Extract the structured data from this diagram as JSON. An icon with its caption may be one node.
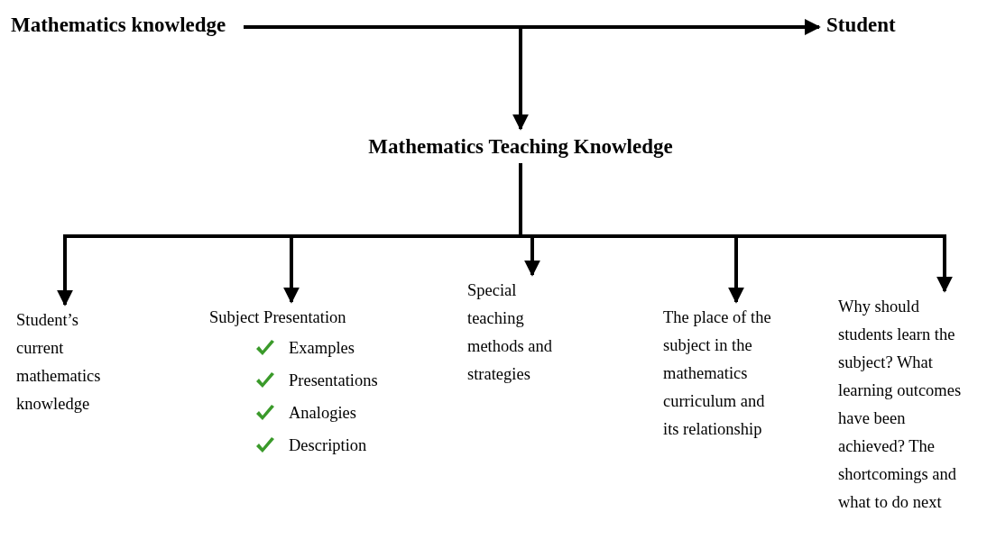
{
  "diagram": {
    "nodes": [
      {
        "text": [
          "Mathematics knowledge"
        ]
      },
      {
        "text": [
          "Student"
        ]
      },
      {
        "text": [
          "Mathematics Teaching Knowledge"
        ]
      },
      {
        "text": [
          "Student’s current mathematics knowledge"
        ]
      },
      {
        "text": [
          "Subject Presentation",
          "Examples",
          "Presentations",
          "Analogies",
          "Description"
        ]
      },
      {
        "text": [
          "Special teaching methods and strategies"
        ]
      },
      {
        "text": [
          "The place of the subject in the mathematics curriculum and its relationship"
        ]
      },
      {
        "text": [
          "Why should students learn the subject? What learning outcomes have been achieved? The shortcomings and what to do next"
        ]
      }
    ],
    "edges": [
      {
        "from": 0,
        "to": 1,
        "arrow": "to"
      },
      {
        "from": 0,
        "to": 2,
        "arrow": "to"
      },
      {
        "from": 2,
        "to": 3,
        "arrow": "to"
      },
      {
        "from": 2,
        "to": 4,
        "arrow": "to"
      },
      {
        "from": 2,
        "to": 5,
        "arrow": "to"
      },
      {
        "from": 2,
        "to": 6,
        "arrow": "to"
      },
      {
        "from": 2,
        "to": 7,
        "arrow": "to"
      }
    ]
  }
}
